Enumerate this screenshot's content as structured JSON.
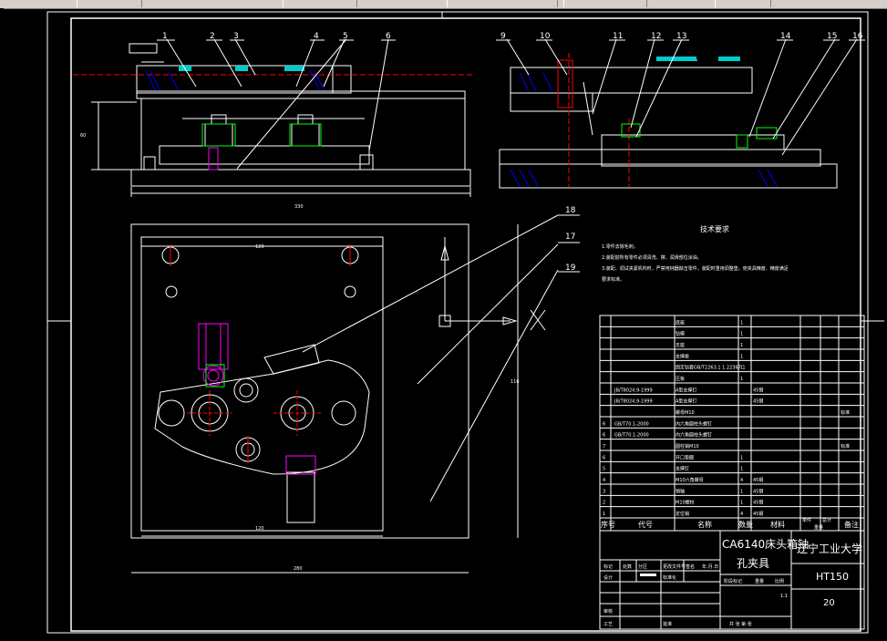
{
  "title_block": {
    "title_line1": "CA6140床头箱铀",
    "title_line2": "孔夹具",
    "school": "辽宁工业大学",
    "material": "HT150",
    "sheet_no": "20",
    "scale": "1:1"
  },
  "tech_req": {
    "heading": "技术要求",
    "lines": [
      "1.零件去除毛刺。",
      "2.装配前所有零件必须清洗、擦、润滑部位涂油。",
      "3.装配、调试夹紧机构时，严禁用钝器敲击零件，装配时重用调整垫，使夹具精度、精度满足",
      "要求标准。"
    ]
  },
  "bom_header": {
    "seq": "序号",
    "code": "代号",
    "name": "名称",
    "qty": "数量",
    "material": "材料",
    "unit_weight": "单件",
    "total_weight": "总计",
    "weight": "重量",
    "remark": "备注"
  },
  "bom_rows": [
    {
      "seq": "",
      "code": "",
      "name": "底座",
      "qty": "1",
      "material": "",
      "remark": ""
    },
    {
      "seq": "",
      "code": "",
      "name": "钻模",
      "qty": "1",
      "material": "",
      "remark": ""
    },
    {
      "seq": "",
      "code": "",
      "name": "支座",
      "qty": "1",
      "material": "",
      "remark": ""
    },
    {
      "seq": "",
      "code": "",
      "name": "支撑板",
      "qty": "1",
      "material": "",
      "remark": ""
    },
    {
      "seq": "",
      "code": "",
      "name": "固定钻套GB/T2263.1 1.22367.1",
      "qty": "1",
      "material": "",
      "remark": ""
    },
    {
      "seq": "",
      "code": "",
      "name": "压板",
      "qty": "1",
      "material": "",
      "remark": ""
    },
    {
      "seq": "",
      "code": "JB/T8024.9-1999",
      "name": "A型支撑钉",
      "qty": "",
      "material": "45钢",
      "remark": ""
    },
    {
      "seq": "",
      "code": "JB/T8024.9-1999",
      "name": "A型支撑钉",
      "qty": "",
      "material": "45钢",
      "remark": ""
    },
    {
      "seq": "",
      "code": "",
      "name": "螺母M10",
      "qty": "",
      "material": "",
      "remark": "标准"
    },
    {
      "seq": "6",
      "code": "GB/T70.1-2000",
      "name": "内六角圆柱头螺钉",
      "qty": "",
      "material": "",
      "remark": ""
    },
    {
      "seq": "6",
      "code": "GB/T70.1-2000",
      "name": "内六角圆柱头螺钉",
      "qty": "",
      "material": "",
      "remark": ""
    },
    {
      "seq": "7",
      "code": "",
      "name": "圆柱销M10",
      "qty": "",
      "material": "",
      "remark": "标准"
    },
    {
      "seq": "6",
      "code": "",
      "name": "开口垫圈",
      "qty": "1",
      "material": "",
      "remark": ""
    },
    {
      "seq": "5",
      "code": "",
      "name": "支撑钉",
      "qty": "1",
      "material": "",
      "remark": ""
    },
    {
      "seq": "4",
      "code": "",
      "name": "M10六角螺母",
      "qty": "4",
      "material": "45钢",
      "remark": ""
    },
    {
      "seq": "3",
      "code": "",
      "name": "销轴",
      "qty": "1",
      "material": "45钢",
      "remark": ""
    },
    {
      "seq": "2",
      "code": "",
      "name": "M10螺柱",
      "qty": "1",
      "material": "45钢",
      "remark": ""
    },
    {
      "seq": "1",
      "code": "",
      "name": "定位销",
      "qty": "4",
      "material": "45钢",
      "remark": ""
    }
  ],
  "sign_block": {
    "labels": [
      "标记",
      "处数",
      "分区",
      "更改文件号",
      "签名",
      "年.月.日"
    ],
    "design": "设计",
    "standardize": "标准化",
    "review": "审核",
    "process": "工艺",
    "approve": "批准",
    "stage": "阶段标记",
    "weight": "重量",
    "ratio": "比例",
    "sheet": "共  张  第  张"
  },
  "balloons": [
    "1",
    "2",
    "3",
    "4",
    "5",
    "6",
    "9",
    "10",
    "11",
    "12",
    "13",
    "14",
    "15",
    "16",
    "17",
    "18",
    "19"
  ],
  "dims": {
    "d_330": "330",
    "d_120a": "120",
    "d_120b": "120",
    "d_280": "280",
    "d_116": "116",
    "d_v": "60"
  }
}
